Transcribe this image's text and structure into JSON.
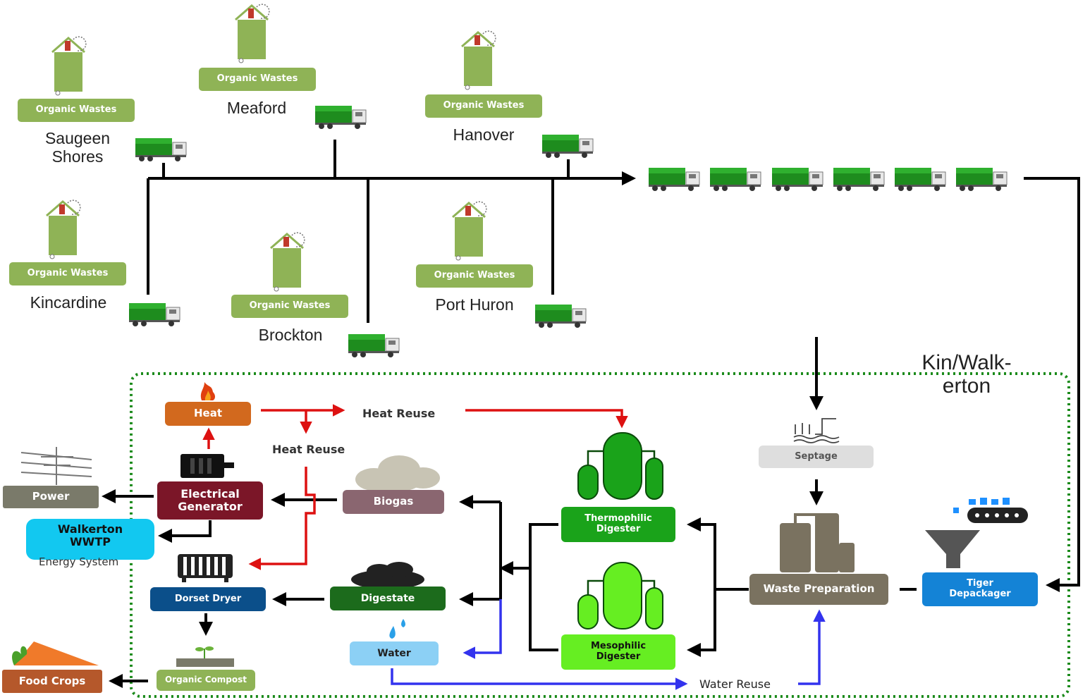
{
  "sources": {
    "label": "Organic Wastes",
    "towns": {
      "saugeen": "Saugeen\nShores",
      "meaford": "Meaford",
      "hanover": "Hanover",
      "kincardine": "Kincardine",
      "brockton": "Brockton",
      "port_huron": "Port Huron"
    }
  },
  "facility": {
    "title": "Kin/Walk-\nerton"
  },
  "nodes": {
    "heat": "Heat",
    "heat_reuse_top": "Heat Reuse",
    "heat_reuse_mid": "Heat Reuse",
    "generator": "Electrical\nGenerator",
    "power": "Power",
    "wwtp": "Walkerton\nWWTP",
    "energy_system": "Energy  System",
    "dryer": "Dorset Dryer",
    "compost": "Organic Compost",
    "food": "Food Crops",
    "biogas": "Biogas",
    "digestate": "Digestate",
    "water": "Water",
    "water_reuse": "Water Reuse",
    "thermo": "Thermophilic\nDigester",
    "meso": "Mesophilic\nDigester",
    "septage": "Septage",
    "waste_prep": "Waste Preparation",
    "tiger": "Tiger\nDepackager"
  },
  "colors": {
    "organic_waste": "#8fb356",
    "truck": "#1e8c1e",
    "heat": "#d2691e",
    "heat_line": "#dd1111",
    "generator": "#7b1628",
    "power": "#7a7a6a",
    "wwtp": "#12c8f0",
    "dryer": "#0b4f8a",
    "food": "#b5582b",
    "biogas": "#8a6670",
    "digestate": "#1c6b1c",
    "water": "#8cd0f5",
    "water_line": "#3333ee",
    "thermo": "#1aa31a",
    "meso": "#66ee22",
    "septage": "#dedede",
    "waste_prep": "#7a7260",
    "tiger": "#1483d6",
    "boundary": "#1a8a1a"
  },
  "icons": [
    "bin-icon",
    "truck-icon",
    "flame-icon",
    "motor-icon",
    "power-pole-icon",
    "radiator-icon",
    "sprout-icon",
    "carrot-icon",
    "cloud-icon",
    "soil-pile-icon",
    "water-drop-icon",
    "digester-tanks-icon",
    "septage-icon",
    "tanks-icon",
    "funnel-conveyor-icon"
  ]
}
